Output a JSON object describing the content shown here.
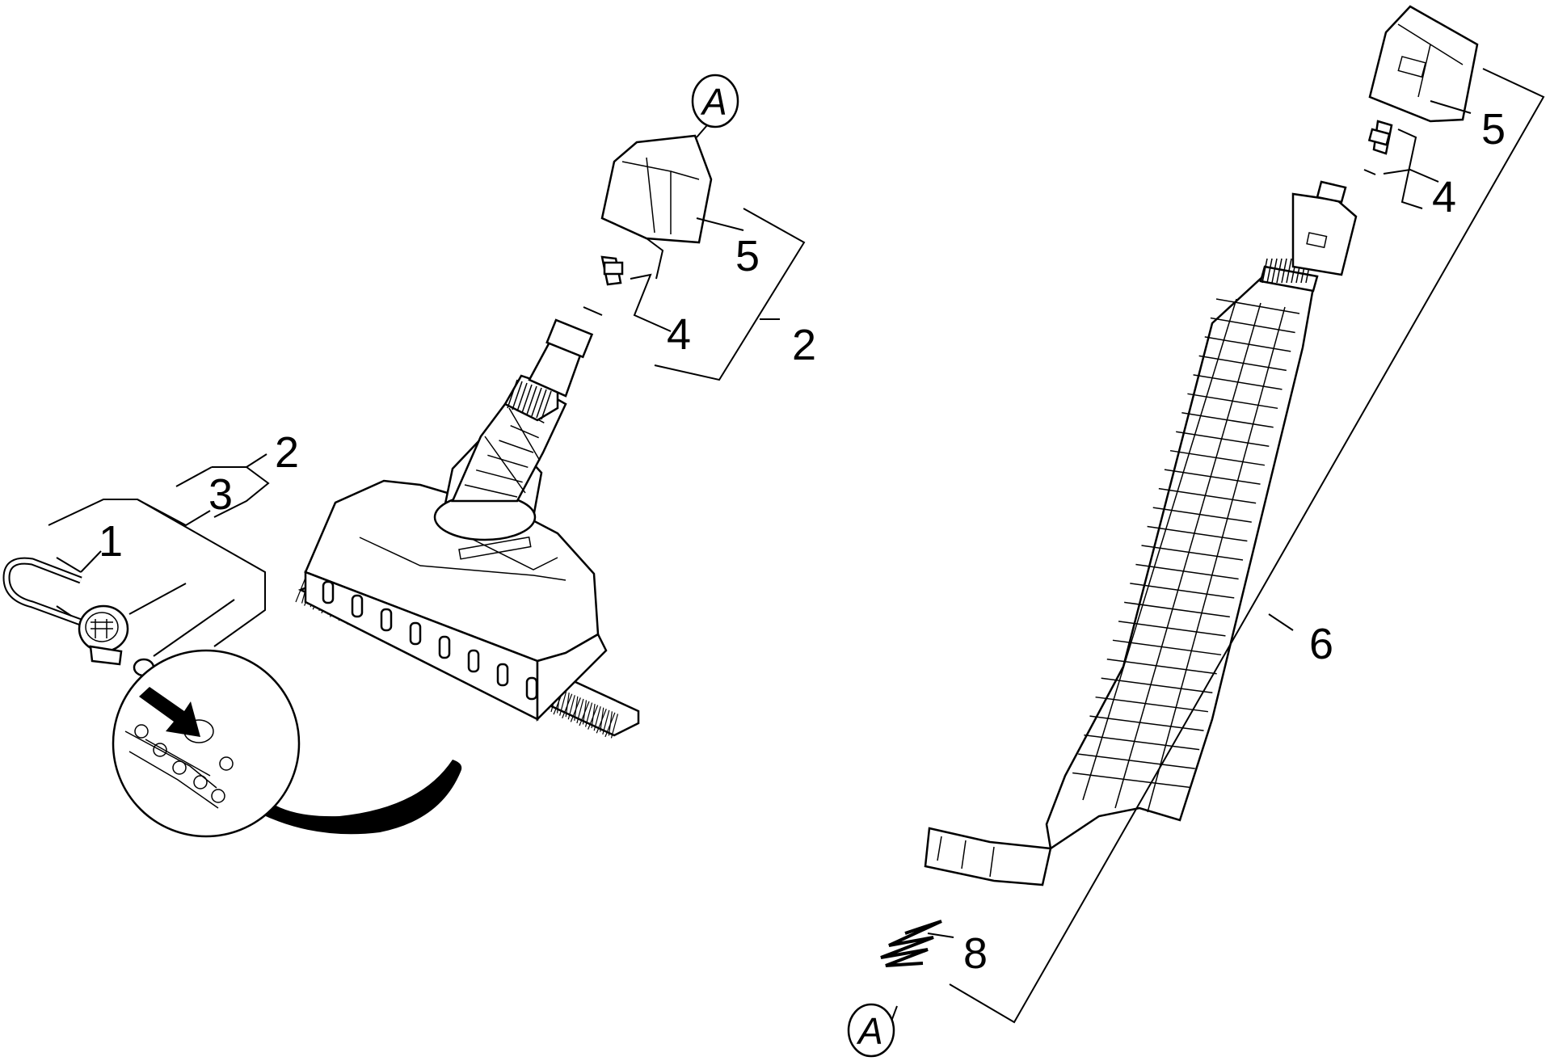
{
  "diagram": {
    "labels": {
      "left_1": "1",
      "left_2": "2",
      "left_3": "3",
      "brush_2": "2",
      "brush_4": "4",
      "brush_5": "5",
      "brush_A": "A",
      "lance_4": "4",
      "lance_5": "5",
      "lance_6": "6",
      "lance_8": "8",
      "lance_A": "A"
    }
  }
}
